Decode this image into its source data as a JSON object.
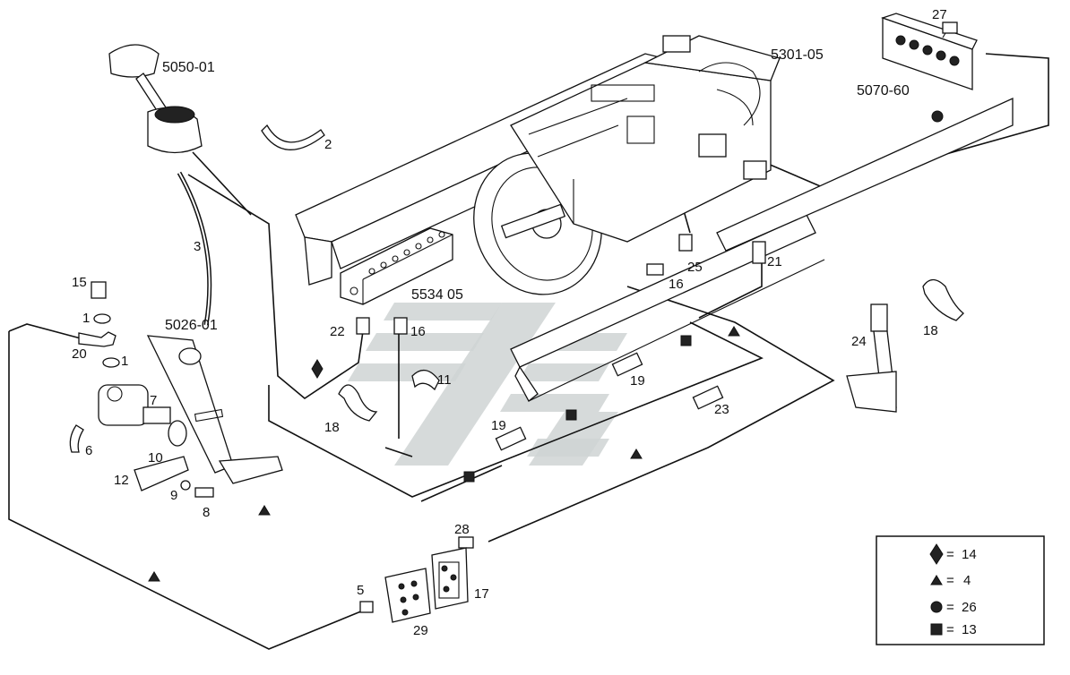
{
  "callouts": {
    "c5050": "5050-01",
    "c5301": "5301-05",
    "c5070": "5070-60",
    "c5534": "5534 05",
    "c5026": "5026-01",
    "n2": "2",
    "n3": "3",
    "n27": "27",
    "n21": "21",
    "n25": "25",
    "n16a": "16",
    "n16b": "16",
    "n15": "15",
    "n1a": "1",
    "n1b": "1",
    "n20": "20",
    "n22": "22",
    "n11": "11",
    "n7": "7",
    "n6": "6",
    "n10": "10",
    "n18a": "18",
    "n18b": "18",
    "n24": "24",
    "n19a": "19",
    "n19b": "19",
    "n23": "23",
    "n12": "12",
    "n9": "9",
    "n8": "8",
    "n28": "28",
    "n5": "5",
    "n17": "17",
    "n29": "29"
  },
  "legend": {
    "items": [
      {
        "symbol": "diamond",
        "sep": "=",
        "value": "14"
      },
      {
        "symbol": "triangle",
        "sep": "=",
        "value": "4"
      },
      {
        "symbol": "circle",
        "sep": "=",
        "value": "26"
      },
      {
        "symbol": "square",
        "sep": "=",
        "value": "13"
      }
    ]
  },
  "colors": {
    "ink": "#111111",
    "watermark": "#cfd3d4"
  }
}
